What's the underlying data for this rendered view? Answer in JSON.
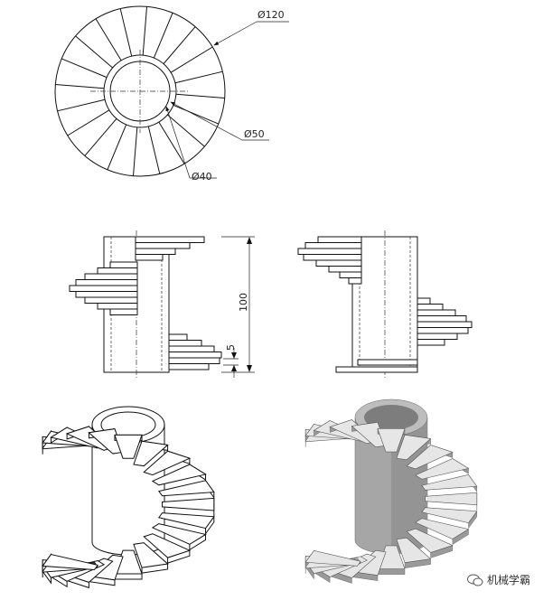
{
  "labels": {
    "outer_diameter": "Ø120",
    "middle_diameter": "Ø50",
    "inner_diameter": "Ø40",
    "height": "100",
    "step_height": "5"
  },
  "watermark": {
    "text": "机械学霸",
    "icon": "wechat-icon"
  },
  "colors": {
    "line": "#111111",
    "shade_light": "#e6e6e6",
    "shade_dark": "#9a9a9a"
  }
}
